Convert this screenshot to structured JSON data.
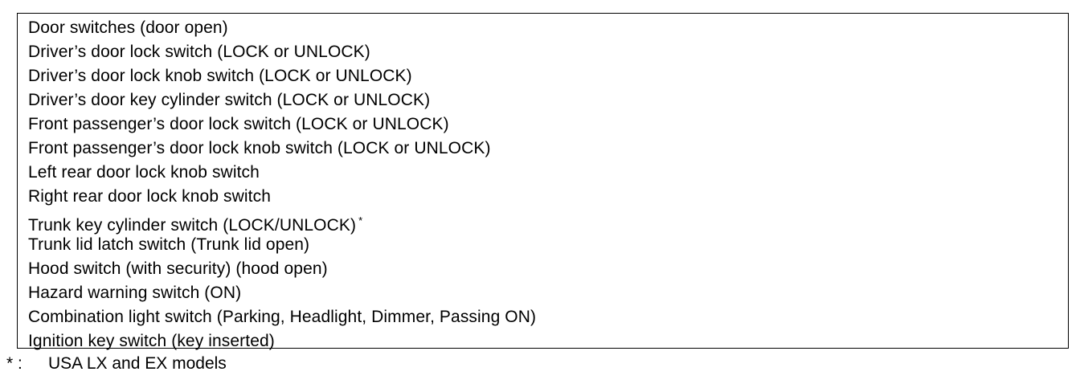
{
  "switch_list": {
    "items": [
      "Door switches (door open)",
      "Driver’s door lock switch (LOCK or UNLOCK)",
      "Driver’s door lock knob switch (LOCK or UNLOCK)",
      "Driver’s door key cylinder switch (LOCK or UNLOCK)",
      "Front passenger’s door lock switch (LOCK or UNLOCK)",
      "Front passenger’s door lock knob switch (LOCK or UNLOCK)",
      "Left rear door lock knob switch",
      "Right rear door lock knob switch",
      "Trunk key cylinder switch (LOCK/UNLOCK)",
      "Trunk lid latch switch (Trunk lid open)",
      "Hood switch (with security) (hood open)",
      "Hazard warning switch (ON)",
      "Combination light switch (Parking, Headlight, Dimmer, Passing ON)",
      "Ignition key switch (key inserted)"
    ],
    "trunk_footnote_mark": "*"
  },
  "footnote": {
    "symbol": "* :",
    "text": "USA LX and EX models"
  }
}
